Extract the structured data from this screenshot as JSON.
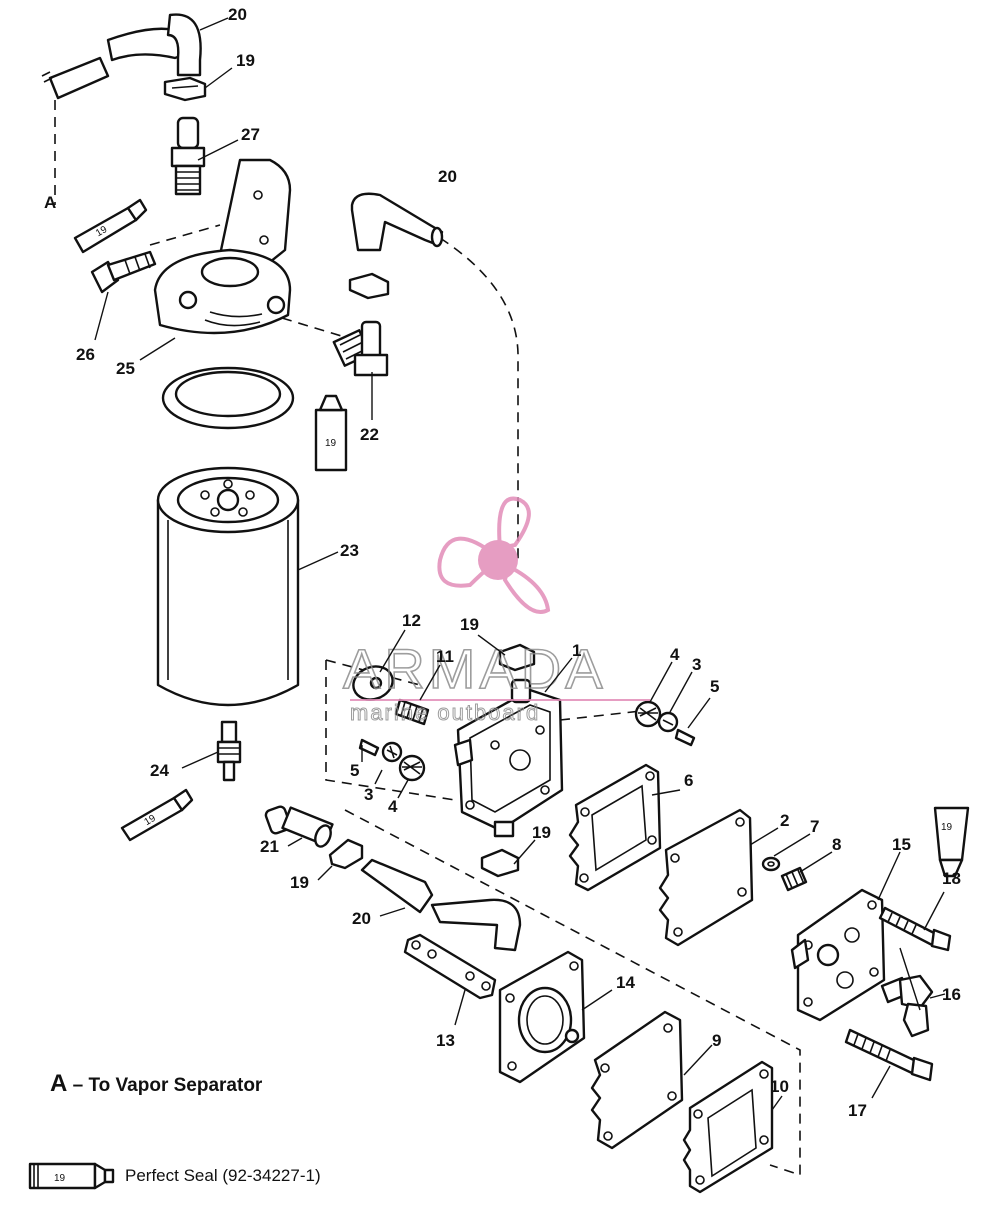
{
  "diagram": {
    "callouts": {
      "c20_top": "20",
      "c19_top": "19",
      "c27": "27",
      "cA": "A",
      "c26": "26",
      "c25": "25",
      "c20_mid": "20",
      "c22": "22",
      "c23": "23",
      "c12": "12",
      "c11": "11",
      "c19_mid": "19",
      "c1": "1",
      "c4_right": "4",
      "c3_right": "3",
      "c5_right": "5",
      "c5_left": "5",
      "c3_left": "3",
      "c4_left": "4",
      "c24": "24",
      "c6": "6",
      "c2": "2",
      "c7": "7",
      "c8": "8",
      "c15": "15",
      "c18": "18",
      "c19_low": "19",
      "c21": "21",
      "c19_left": "19",
      "c20_low": "20",
      "c16": "16",
      "c14": "14",
      "c13": "13",
      "c9": "9",
      "c10": "10",
      "c17": "17"
    },
    "sealant_tube_label": "19"
  },
  "watermark": {
    "brand": "ARMADA",
    "tagline": "marine outboard",
    "colors": {
      "pink": "#e28cb8",
      "gray": "#8c8c8c"
    }
  },
  "legend": {
    "a_letter": "A",
    "a_text": "– To Vapor Separator",
    "seal_tube_number": "19",
    "seal_text": "Perfect Seal (92-34227-1)"
  }
}
